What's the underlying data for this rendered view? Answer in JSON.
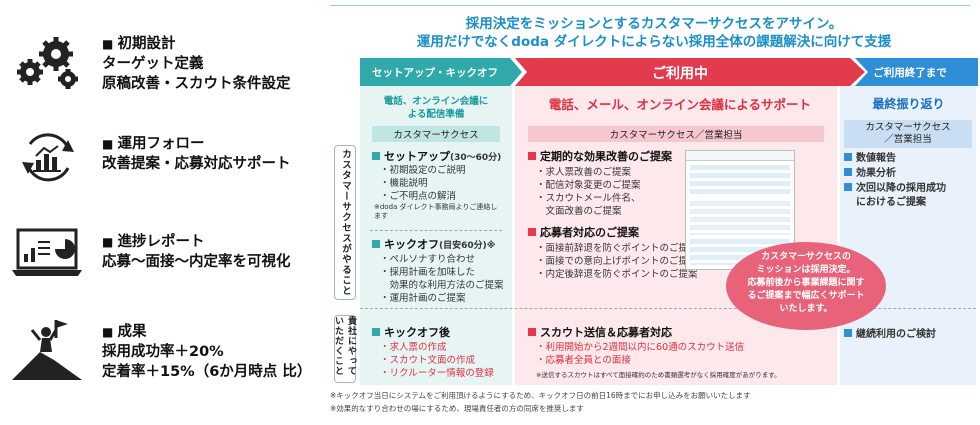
{
  "features": [
    {
      "icon": "gears-icon",
      "heading": "初期設計",
      "lines": [
        "ターゲット定義",
        "原稿改善・スカウト条件設定"
      ]
    },
    {
      "icon": "cycle-icon",
      "heading": "運用フォロー",
      "lines": [
        "改善提案・応募対応サポート"
      ]
    },
    {
      "icon": "report-icon",
      "heading": "進捗レポート",
      "lines": [
        "応募〜面接〜内定率を可視化"
      ]
    },
    {
      "icon": "summit-icon",
      "heading": "成果",
      "lines": [
        "採用成功率＋20%",
        "定着率＋15%（6か月時点 比）"
      ]
    }
  ],
  "header": {
    "line1": "採用決定をミッションとするカスタマーサクセスをアサイン。",
    "line2": "運用だけでなくdoda ダイレクトによらない採用全体の課題解決に向けて支援"
  },
  "phases": {
    "setup": "セットアップ・キックオフ",
    "using": "ご利用中",
    "after": "ご利用終了まで"
  },
  "rows": {
    "cs": "カスタマーサクセスがやること",
    "client": "貴社にやっていただくこと"
  },
  "setup": {
    "sub": [
      "電話、オンライン会議に",
      "よる配信準備"
    ],
    "pill": "カスタマーサクセス",
    "block1_title": "セットアップ",
    "block1_dur": "(30〜60分)",
    "block1_items": [
      "・初期設定のご説明",
      "・機能説明",
      "・ご不明点の解消"
    ],
    "block1_note": "※doda ダイレクト事務局よりご連絡します",
    "block2_title": "キックオフ",
    "block2_dur": "(目安60分)※",
    "block2_items": [
      "・ペルソナすり合わせ",
      "・採用計画を加味した",
      "　効果的な利用方法のご提案",
      "・運用計画のご提案"
    ],
    "client_title": "キックオフ後",
    "client_items": [
      "・求人票の作成",
      "・スカウト文面の作成",
      "・リクルーター情報の登録"
    ]
  },
  "using": {
    "sub": "電話、メール、オンライン会議によるサポート",
    "pill": "カスタマーサクセス／営業担当",
    "block1_title": "定期的な効果改善のご提案",
    "block1_items": [
      "・求人票改善のご提案",
      "・配信対象変更のご提案",
      "・スカウトメール件名、",
      "　文面改善のご提案"
    ],
    "block2_title": "応募者対応のご提案",
    "block2_items": [
      "・面接前辞退を防ぐポイントのご提案",
      "・面接での意向上げポイントのご提案",
      "・内定後辞退を防ぐポイントのご提案"
    ],
    "client_title": "スカウト送信＆応募者対応",
    "client_items": [
      "・利用開始から2週間以内に60通のスカウト送信",
      "・応募者全員との面接"
    ],
    "client_note": "※送信するスカウトはすべて面接確約のため書類選考がなく採用確度があがります。",
    "bubble": [
      "カスタマーサクセスの",
      "ミッションは採用決定。",
      "応募前後から事業課題に関す",
      "るご提案まで幅広くサポート",
      "いたします。"
    ]
  },
  "after": {
    "sub": "最終振り返り",
    "pill": [
      "カスタマーサクセス",
      "／営業担当"
    ],
    "items": [
      "数値報告",
      "効果分析",
      "次回以降の採用成功",
      "におけるご提案"
    ],
    "client_item": "継続利用のご検討"
  },
  "footnotes": [
    "※キックオフ当日にシステムをご利用頂けるようにするため、キックオフ日の前日16時までにお申し込みをお願いいたします",
    "※効果的なすり合わせの場にするため、現場責任者の方の同席を推奨します"
  ],
  "colors": {
    "teal": "#2fa9a9",
    "red": "#e33a4d",
    "blue": "#2f8fd6",
    "pink": "#fde8ec",
    "lightteal": "#e6f5f4",
    "lightblue": "#e9f2fb"
  }
}
